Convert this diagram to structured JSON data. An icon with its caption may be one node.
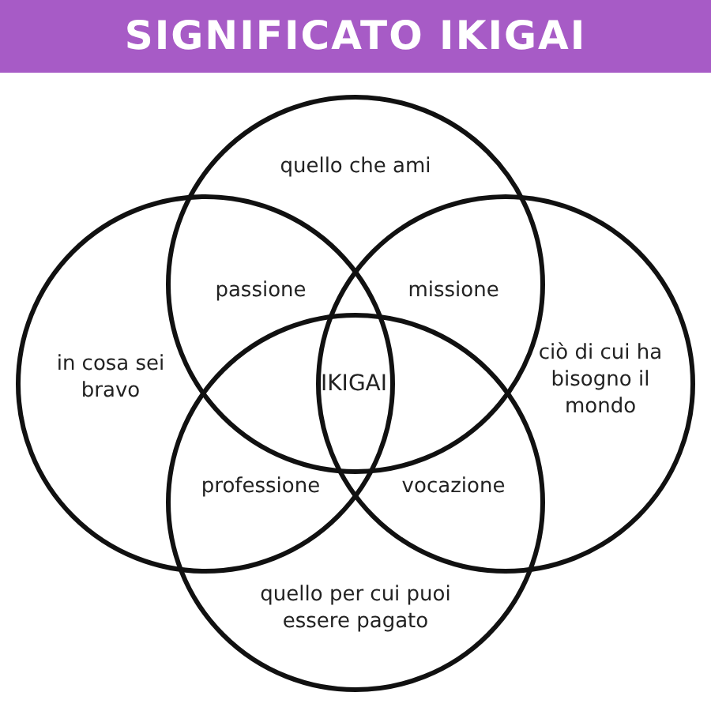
{
  "diagram": {
    "title": "SIGNIFICATO IKIGAI",
    "nodes": [
      {
        "text": [
          "quello che ami"
        ]
      },
      {
        "text": [
          "in cosa sei bravo"
        ]
      },
      {
        "text": [
          "ciò di cui ha bisogno il mondo"
        ]
      },
      {
        "text": [
          "quello per cui puoi essere pagato"
        ]
      }
    ],
    "edges": [],
    "labels": [
      "passione",
      "missione",
      "IKIGAI",
      "professione",
      "vocazione"
    ]
  }
}
